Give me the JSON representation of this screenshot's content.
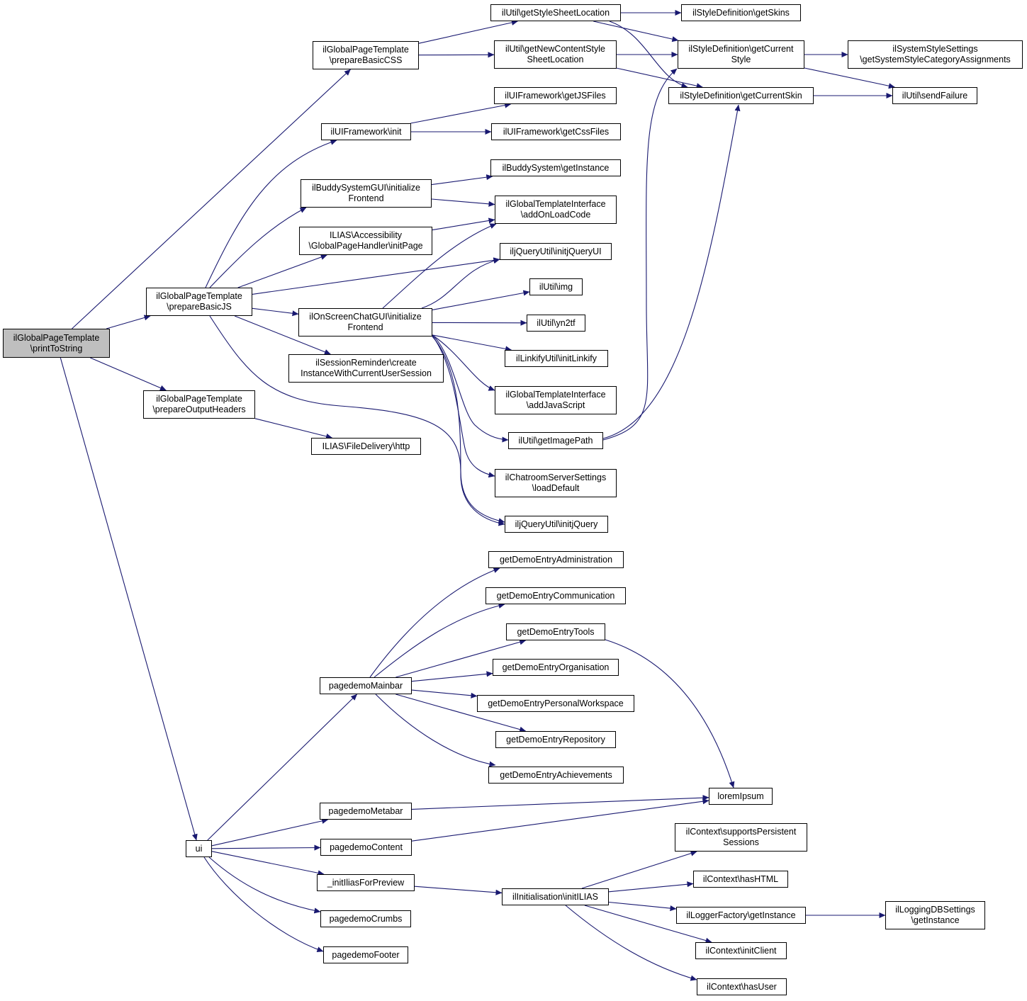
{
  "colors": {
    "edge": "#191970",
    "root_fill": "#bfbfbf",
    "node_fill": "#ffffff",
    "border": "#000000"
  },
  "nodes": [
    {
      "id": "n0",
      "label": "ilGlobalPageTemplate\n\\printToString",
      "root": true
    },
    {
      "id": "n1",
      "label": "ilGlobalPageTemplate\n\\prepareBasicCSS"
    },
    {
      "id": "n2",
      "label": "ilGlobalPageTemplate\n\\prepareBasicJS"
    },
    {
      "id": "n3",
      "label": "ilGlobalPageTemplate\n\\prepareOutputHeaders"
    },
    {
      "id": "n4",
      "label": "ui"
    },
    {
      "id": "n5",
      "label": "ilUtil\\getStyleSheetLocation"
    },
    {
      "id": "n6",
      "label": "ilUtil\\getNewContentStyle\nSheetLocation"
    },
    {
      "id": "n7",
      "label": "ilStyleDefinition\\getSkins"
    },
    {
      "id": "n8",
      "label": "ilStyleDefinition\\getCurrent\nStyle"
    },
    {
      "id": "n9",
      "label": "ilSystemStyleSettings\n\\getSystemStyleCategoryAssignments"
    },
    {
      "id": "n10",
      "label": "ilStyleDefinition\\getCurrentSkin"
    },
    {
      "id": "n11",
      "label": "ilUtil\\sendFailure"
    },
    {
      "id": "n12",
      "label": "ilUIFramework\\init"
    },
    {
      "id": "n13",
      "label": "ilUIFramework\\getJSFiles"
    },
    {
      "id": "n14",
      "label": "ilUIFramework\\getCssFiles"
    },
    {
      "id": "n15",
      "label": "ilBuddySystemGUI\\initialize\nFrontend"
    },
    {
      "id": "n16",
      "label": "ilBuddySystem\\getInstance"
    },
    {
      "id": "n17",
      "label": "ilGlobalTemplateInterface\n\\addOnLoadCode"
    },
    {
      "id": "n18",
      "label": "ILIAS\\Accessibility\n\\GlobalPageHandler\\initPage"
    },
    {
      "id": "n19",
      "label": "iljQueryUtil\\initjQueryUI"
    },
    {
      "id": "n20",
      "label": "ilOnScreenChatGUI\\initialize\nFrontend"
    },
    {
      "id": "n21",
      "label": "ilUtil\\img"
    },
    {
      "id": "n22",
      "label": "ilUtil\\yn2tf"
    },
    {
      "id": "n23",
      "label": "ilLinkifyUtil\\initLinkify"
    },
    {
      "id": "n24",
      "label": "ilGlobalTemplateInterface\n\\addJavaScript"
    },
    {
      "id": "n25",
      "label": "ilUtil\\getImagePath"
    },
    {
      "id": "n26",
      "label": "ilChatroomServerSettings\n\\loadDefault"
    },
    {
      "id": "n27",
      "label": "iljQueryUtil\\initjQuery"
    },
    {
      "id": "n28",
      "label": "ilSessionReminder\\create\nInstanceWithCurrentUserSession"
    },
    {
      "id": "n29",
      "label": "ILIAS\\FileDelivery\\http"
    },
    {
      "id": "n30",
      "label": "pagedemoMainbar"
    },
    {
      "id": "n31",
      "label": "getDemoEntryAdministration"
    },
    {
      "id": "n32",
      "label": "getDemoEntryCommunication"
    },
    {
      "id": "n33",
      "label": "getDemoEntryTools"
    },
    {
      "id": "n34",
      "label": "getDemoEntryOrganisation"
    },
    {
      "id": "n35",
      "label": "getDemoEntryPersonalWorkspace"
    },
    {
      "id": "n36",
      "label": "getDemoEntryRepository"
    },
    {
      "id": "n37",
      "label": "getDemoEntryAchievements"
    },
    {
      "id": "n38",
      "label": "loremIpsum"
    },
    {
      "id": "n39",
      "label": "pagedemoMetabar"
    },
    {
      "id": "n40",
      "label": "pagedemoContent"
    },
    {
      "id": "n41",
      "label": "_initIliasForPreview"
    },
    {
      "id": "n42",
      "label": "pagedemoCrumbs"
    },
    {
      "id": "n43",
      "label": "pagedemoFooter"
    },
    {
      "id": "n44",
      "label": "ilInitialisation\\initILIAS"
    },
    {
      "id": "n45",
      "label": "ilContext\\supportsPersistent\nSessions"
    },
    {
      "id": "n46",
      "label": "ilContext\\hasHTML"
    },
    {
      "id": "n47",
      "label": "ilLoggerFactory\\getInstance"
    },
    {
      "id": "n48",
      "label": "ilLoggingDBSettings\n\\getInstance"
    },
    {
      "id": "n49",
      "label": "ilContext\\initClient"
    },
    {
      "id": "n50",
      "label": "ilContext\\hasUser"
    }
  ],
  "edges": [
    [
      "n0",
      "n1"
    ],
    [
      "n0",
      "n2"
    ],
    [
      "n0",
      "n3"
    ],
    [
      "n0",
      "n4"
    ],
    [
      "n1",
      "n5"
    ],
    [
      "n1",
      "n6"
    ],
    [
      "n5",
      "n7"
    ],
    [
      "n5",
      "n8"
    ],
    [
      "n5",
      "n10"
    ],
    [
      "n6",
      "n8"
    ],
    [
      "n6",
      "n10"
    ],
    [
      "n8",
      "n9"
    ],
    [
      "n8",
      "n11"
    ],
    [
      "n10",
      "n11"
    ],
    [
      "n2",
      "n12"
    ],
    [
      "n2",
      "n15"
    ],
    [
      "n2",
      "n18"
    ],
    [
      "n2",
      "n19"
    ],
    [
      "n2",
      "n20"
    ],
    [
      "n2",
      "n28"
    ],
    [
      "n2",
      "n27"
    ],
    [
      "n12",
      "n13"
    ],
    [
      "n12",
      "n14"
    ],
    [
      "n15",
      "n16"
    ],
    [
      "n15",
      "n17"
    ],
    [
      "n18",
      "n17"
    ],
    [
      "n20",
      "n17"
    ],
    [
      "n20",
      "n19"
    ],
    [
      "n20",
      "n21"
    ],
    [
      "n20",
      "n22"
    ],
    [
      "n20",
      "n23"
    ],
    [
      "n20",
      "n24"
    ],
    [
      "n20",
      "n25"
    ],
    [
      "n20",
      "n26"
    ],
    [
      "n20",
      "n27"
    ],
    [
      "n25",
      "n8"
    ],
    [
      "n25",
      "n10"
    ],
    [
      "n3",
      "n29"
    ],
    [
      "n4",
      "n30"
    ],
    [
      "n4",
      "n39"
    ],
    [
      "n4",
      "n40"
    ],
    [
      "n4",
      "n41"
    ],
    [
      "n4",
      "n42"
    ],
    [
      "n4",
      "n43"
    ],
    [
      "n30",
      "n31"
    ],
    [
      "n30",
      "n32"
    ],
    [
      "n30",
      "n33"
    ],
    [
      "n30",
      "n34"
    ],
    [
      "n30",
      "n35"
    ],
    [
      "n30",
      "n36"
    ],
    [
      "n30",
      "n37"
    ],
    [
      "n33",
      "n38"
    ],
    [
      "n39",
      "n38"
    ],
    [
      "n40",
      "n38"
    ],
    [
      "n41",
      "n44"
    ],
    [
      "n44",
      "n45"
    ],
    [
      "n44",
      "n46"
    ],
    [
      "n44",
      "n47"
    ],
    [
      "n44",
      "n49"
    ],
    [
      "n44",
      "n50"
    ],
    [
      "n47",
      "n48"
    ]
  ]
}
